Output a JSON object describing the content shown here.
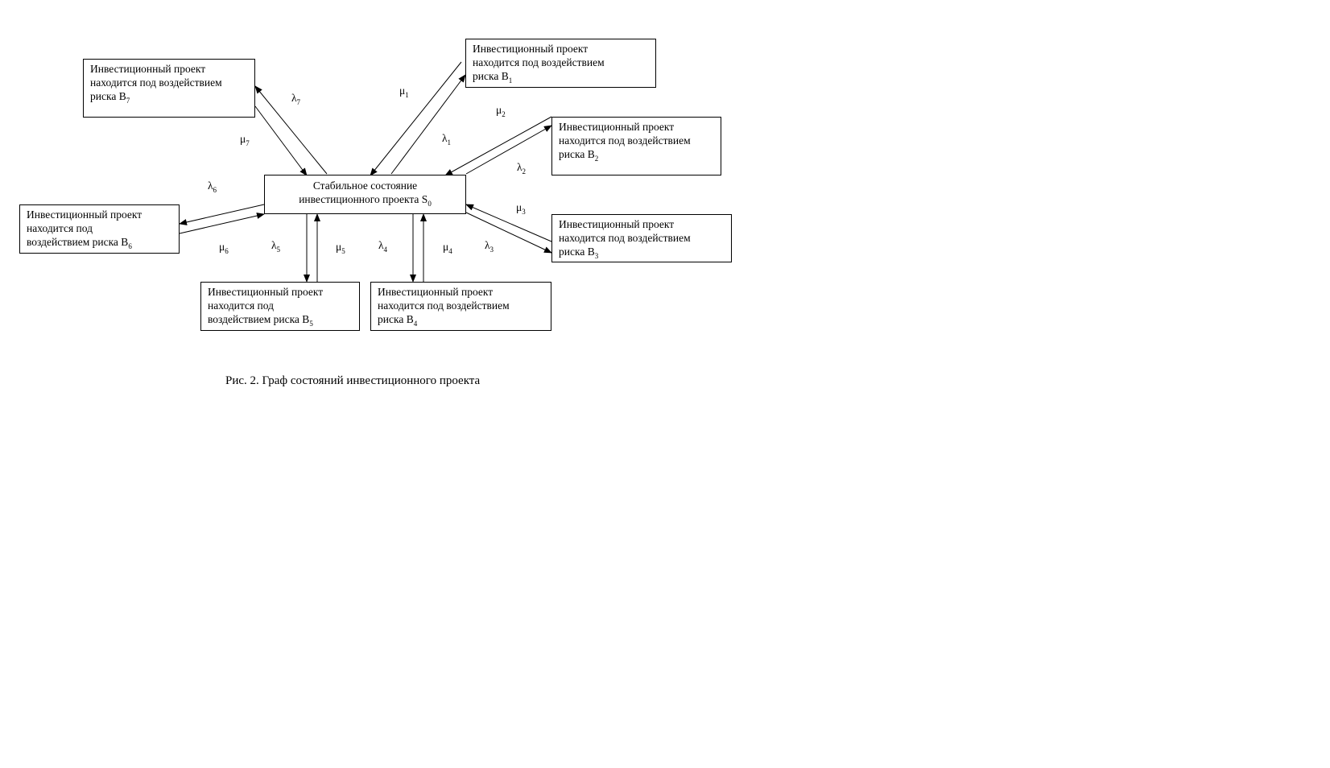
{
  "diagram": {
    "center": {
      "line1": "Стабильное состояние",
      "line2": "инвестиционного проекта S",
      "sub": "0"
    },
    "boxes": {
      "b1": {
        "l1": "Инвестиционный проект",
        "l2": "находится под воздействием",
        "l3": "риска B",
        "sub": "1"
      },
      "b2": {
        "l1": "Инвестиционный проект",
        "l2": "находится под воздействием",
        "l3": "риска B",
        "sub": "2"
      },
      "b3": {
        "l1": "Инвестиционный проект",
        "l2": "находится под воздействием",
        "l3": "риска B",
        "sub": "3"
      },
      "b4": {
        "l1": "Инвестиционный проект",
        "l2": "находится под воздействием",
        "l3": "риска B",
        "sub": "4"
      },
      "b5": {
        "l1": "Инвестиционный проект",
        "l2": "находится под",
        "l3": "воздействием риска B",
        "sub": "5"
      },
      "b6": {
        "l1": "Инвестиционный проект",
        "l2": "находится под",
        "l3": "воздействием риска B",
        "sub": "6"
      },
      "b7": {
        "l1": "Инвестиционный проект",
        "l2": "находится под воздействием",
        "l3": "риска B",
        "sub": "7"
      }
    },
    "labels": {
      "lam1": {
        "sym": "λ",
        "sub": "1"
      },
      "mu1": {
        "sym": "μ",
        "sub": "1"
      },
      "lam2": {
        "sym": "λ",
        "sub": "2"
      },
      "mu2": {
        "sym": "μ",
        "sub": "2"
      },
      "lam3": {
        "sym": "λ",
        "sub": "3"
      },
      "mu3": {
        "sym": "μ",
        "sub": "3"
      },
      "lam4": {
        "sym": "λ",
        "sub": "4"
      },
      "mu4": {
        "sym": "μ",
        "sub": "4"
      },
      "lam5": {
        "sym": "λ",
        "sub": "5"
      },
      "mu5": {
        "sym": "μ",
        "sub": "5"
      },
      "lam6": {
        "sym": "λ",
        "sub": "6"
      },
      "mu6": {
        "sym": "μ",
        "sub": "6"
      },
      "lam7": {
        "sym": "λ",
        "sub": "7"
      },
      "mu7": {
        "sym": "μ",
        "sub": "7"
      }
    },
    "caption": "Рис. 2. Граф состояний инвестиционного проекта"
  }
}
